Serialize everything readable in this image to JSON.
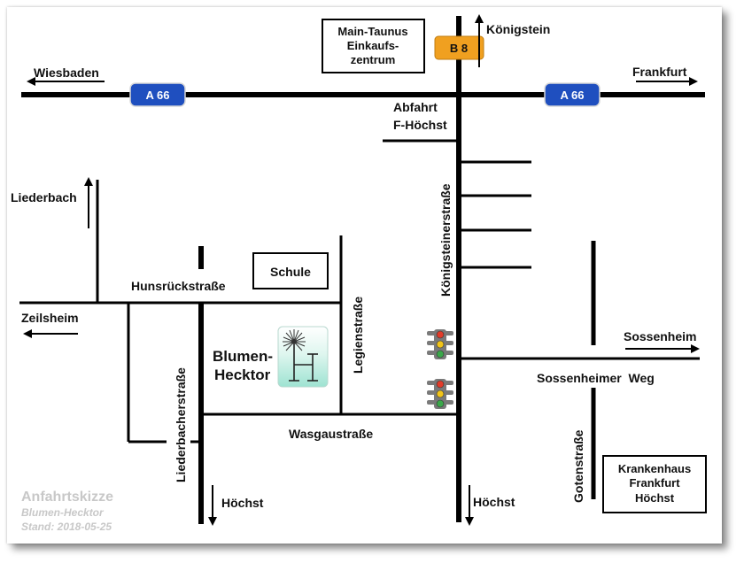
{
  "highways": {
    "a66_label": "A 66",
    "b8_label": "B 8"
  },
  "directions": {
    "wiesbaden": "Wiesbaden",
    "frankfurt": "Frankfurt",
    "koenigstein": "Königstein",
    "liederbach": "Liederbach",
    "zeilsheim": "Zeilsheim",
    "sossenheim": "Sossenheim",
    "hoechst_west": "Höchst",
    "hoechst_center": "Höchst"
  },
  "streets": {
    "hunsrueck": "Hunsrückstraße",
    "legien": "Legienstraße",
    "koenigsteiner": "Königsteinerstraße",
    "sossenheimer_weg": "Sossenheimer  Weg",
    "wasgau": "Wasgaustraße",
    "liederbacher": "Liederbacherstraße",
    "goten": "Gotenstraße"
  },
  "exit": {
    "line1": "Abfahrt",
    "line2": "F-Höchst"
  },
  "landmarks": {
    "mall": {
      "line1": "Main-Taunus",
      "line2": "Einkaufs-",
      "line3": "zentrum"
    },
    "school": "Schule",
    "hospital": {
      "line1": "Krankenhaus",
      "line2": "Frankfurt",
      "line3": "Höchst"
    }
  },
  "destination": {
    "line1": "Blumen-",
    "line2": "Hecktor"
  },
  "footer": {
    "title": "Anfahrtskizze",
    "subtitle": "Blumen-Hecktor",
    "date": "Stand: 2018-05-25"
  },
  "colors": {
    "autobahn_badge": "#1f4fbf",
    "bundesstrasse_badge": "#f0a020",
    "traffic_light_housing": "#7a7a7a",
    "logo_bg": "#b8ece0"
  },
  "icons": [
    "arrow-icon",
    "traffic-light-icon",
    "blumen-hecktor-logo-icon"
  ]
}
